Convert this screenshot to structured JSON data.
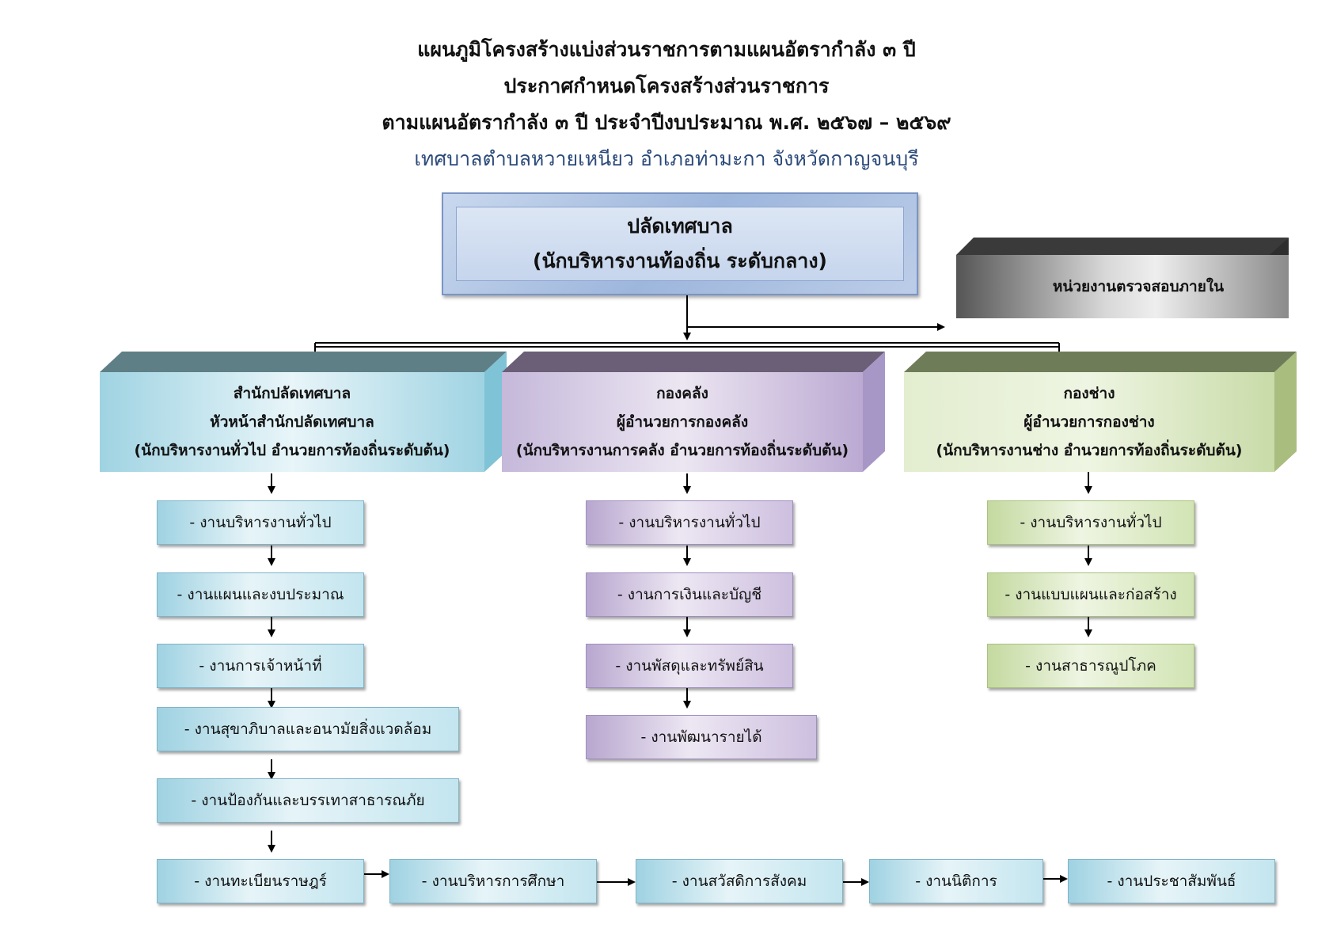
{
  "titles": {
    "line1": "แผนภูมิโครงสร้างแบ่งส่วนราชการตามแผนอัตรากำลัง ๓ ปี",
    "line2": "ประกาศกำหนดโครงสร้างส่วนราชการ",
    "line3": "ตามแผนอัตรากำลัง ๓ ปี ประจำปีงบประมาณ พ.ศ. ๒๕๖๗ – ๒๕๖๙",
    "line4": "เทศบาลตำบลหวายเหนียว อำเภอท่ามะกา จังหวัดกาญจนบุรี"
  },
  "top": {
    "title": "ปลัดเทศบาล",
    "subtitle": "(นักบริหารงานท้องถิ่น ระดับกลาง)"
  },
  "audit": {
    "label": "หน่วยงานตรวจสอบภายใน"
  },
  "divisions": [
    {
      "name": "สำนักปลัดเทศบาล",
      "head": "หัวหน้าสำนักปลัดเทศบาล",
      "level": "(นักบริหารงานทั่วไป อำนวยการท้องถิ่นระดับต้น)",
      "tasks": [
        "- งานบริหารงานทั่วไป",
        "- งานแผนและงบประมาณ",
        "- งานการเจ้าหน้าที่",
        "- งานสุขาภิบาลและอนามัยสิ่งแวดล้อม",
        "- งานป้องกันและบรรเทาสาธารณภัย",
        "- งานทะเบียนราษฎร์",
        "- งานบริหารการศึกษา",
        "- งานสวัสดิการสังคม",
        "- งานนิติการ",
        "- งานประชาสัมพันธ์"
      ]
    },
    {
      "name": "กองคลัง",
      "head": "ผู้อำนวยการกองคลัง",
      "level": "(นักบริหารงานการคลัง อำนวยการท้องถิ่นระดับต้น)",
      "tasks": [
        "- งานบริหารงานทั่วไป",
        "- งานการเงินและบัญชี",
        "- งานพัสดุและทรัพย์สิน",
        "- งานพัฒนารายได้"
      ]
    },
    {
      "name": "กองช่าง",
      "head": "ผู้อำนวยการกองช่าง",
      "level": "(นักบริหารงานช่าง อำนวยการท้องถิ่นระดับต้น)",
      "tasks": [
        "- งานบริหารงานทั่วไป",
        "- งานแบบแผนและก่อสร้าง",
        "- งานสาธารณูปโภค"
      ]
    }
  ],
  "colors": {
    "blue_top": "#5f7f86",
    "blue_side": "#7fc3d6",
    "purple_top": "#6a5f76",
    "purple_side": "#a797c6",
    "green_top": "#6f7c58",
    "green_side": "#a9bd7f"
  }
}
